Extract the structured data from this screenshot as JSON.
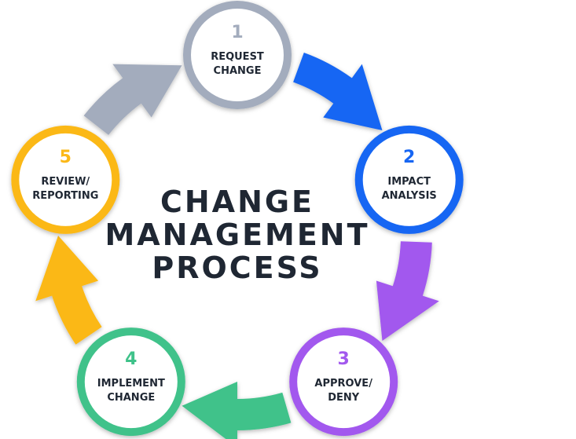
{
  "title": {
    "lines": [
      "CHANGE",
      "MANAGEMENT",
      "PROCESS"
    ]
  },
  "steps": [
    {
      "number": "1",
      "lines": [
        "REQUEST",
        "CHANGE"
      ],
      "color": "#a3acbd"
    },
    {
      "number": "2",
      "lines": [
        "IMPACT",
        "ANALYSIS"
      ],
      "color": "#1766f3"
    },
    {
      "number": "3",
      "lines": [
        "APPROVE/",
        "DENY"
      ],
      "color": "#a259ee"
    },
    {
      "number": "4",
      "lines": [
        "IMPLEMENT",
        "CHANGE"
      ],
      "color": "#3fc28a"
    },
    {
      "number": "5",
      "lines": [
        "REVIEW/",
        "REPORTING"
      ],
      "color": "#fbb818"
    }
  ]
}
